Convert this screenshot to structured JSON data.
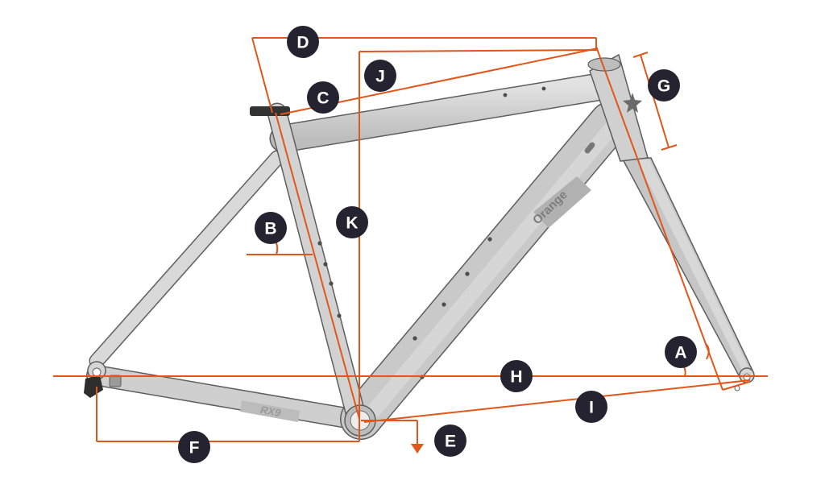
{
  "colors": {
    "dimension_line": "#e0561b",
    "badge_fill": "#24232f",
    "badge_text": "#ffffff",
    "frame_fill": "#cdcdcd",
    "frame_outline": "#5e5e5e"
  },
  "frame": {
    "brand": "Orange",
    "model": "RX9"
  },
  "labels": {
    "a": "A",
    "b": "B",
    "c": "C",
    "d": "D",
    "e": "E",
    "f": "F",
    "g": "G",
    "h": "H",
    "i": "I",
    "j": "J",
    "k": "K"
  }
}
